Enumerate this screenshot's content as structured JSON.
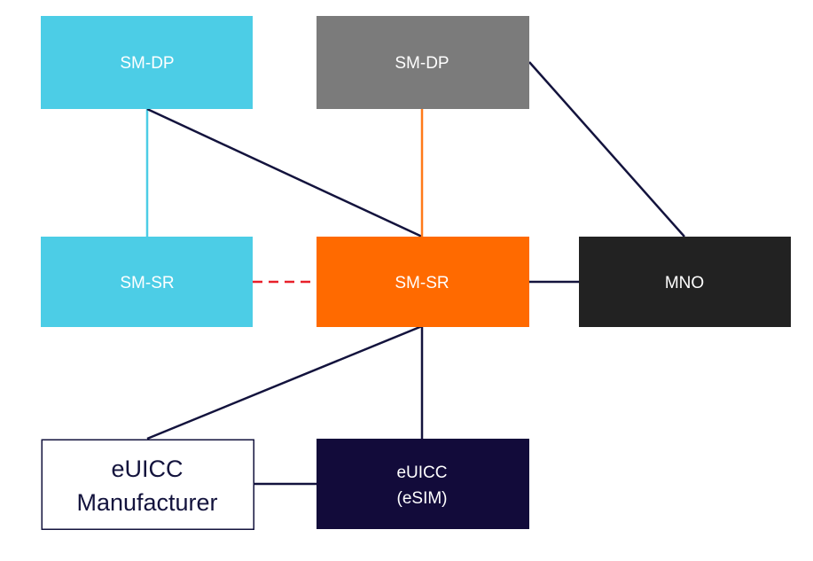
{
  "diagram": {
    "nodes": {
      "smdp_blue": {
        "label": "SM-DP",
        "fill": "#4ccde6"
      },
      "smdp_gray": {
        "label": "SM-DP",
        "fill": "#7b7b7b"
      },
      "smsr_blue": {
        "label": "SM-SR",
        "fill": "#4ccde6"
      },
      "smsr_orange": {
        "label": "SM-SR",
        "fill": "#ff6a00"
      },
      "mno": {
        "label": "MNO",
        "fill": "#222222"
      },
      "euicc_manufacturer": {
        "line1": "eUICC",
        "line2": "Manufacturer",
        "fill": "#ffffff",
        "stroke": "#13133d"
      },
      "euicc_esim": {
        "line1": "eUICC",
        "line2": "(eSIM)",
        "fill": "#120b3a"
      }
    },
    "colors": {
      "navy_link": "#13133d",
      "blue_link": "#4ccde6",
      "orange_link": "#ff7a1a",
      "dashed_link": "#e8202a"
    }
  }
}
